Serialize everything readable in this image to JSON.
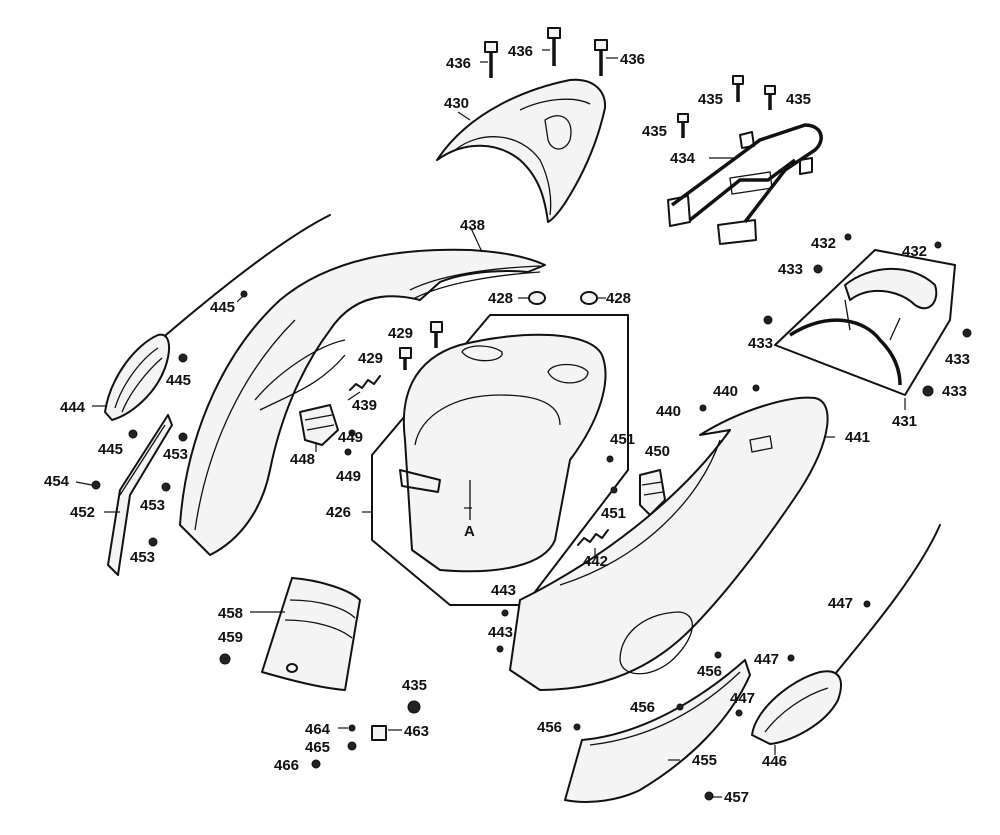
{
  "callouts": {
    "c436a": "436",
    "c436b": "436",
    "c436c": "436",
    "c430": "430",
    "c435a": "435",
    "c435b": "435",
    "c435c": "435",
    "c435d": "435",
    "c434": "434",
    "c438": "438",
    "c432a": "432",
    "c432b": "432",
    "c433a": "433",
    "c433b": "433",
    "c433c": "433",
    "c433d": "433",
    "c428a": "428",
    "c428b": "428",
    "c429a": "429",
    "c429b": "429",
    "c439": "439",
    "c445a": "445",
    "c445b": "445",
    "c445c": "445",
    "c444": "444",
    "c453a": "453",
    "c453b": "453",
    "c453c": "453",
    "c448": "448",
    "c449a": "449",
    "c449b": "449",
    "c440a": "440",
    "c440b": "440",
    "c441": "441",
    "c431": "431",
    "c454": "454",
    "c452": "452",
    "c426": "426",
    "cA": "A",
    "c451a": "451",
    "c451b": "451",
    "c450": "450",
    "c442": "442",
    "c443a": "443",
    "c443b": "443",
    "c447a": "447",
    "c447b": "447",
    "c447c": "447",
    "c458": "458",
    "c459": "459",
    "c456a": "456",
    "c456b": "456",
    "c456c": "456",
    "c464": "464",
    "c463": "463",
    "c465": "465",
    "c466": "466",
    "c455": "455",
    "c446": "446",
    "c457": "457"
  }
}
